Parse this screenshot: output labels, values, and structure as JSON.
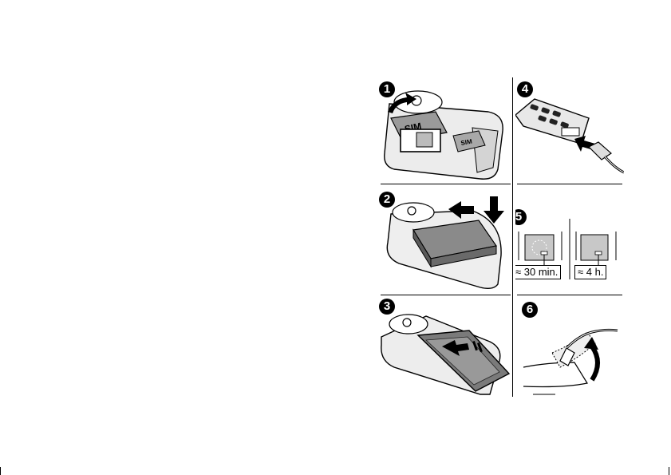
{
  "steps": [
    {
      "number": "1",
      "sim_big": "SIM",
      "sim_small": "SIM"
    },
    {
      "number": "2"
    },
    {
      "number": "3"
    },
    {
      "number": "4"
    },
    {
      "number": "5",
      "charge_short": "≈ 30 min.",
      "charge_full": "≈ 4 h."
    },
    {
      "number": "6"
    }
  ]
}
